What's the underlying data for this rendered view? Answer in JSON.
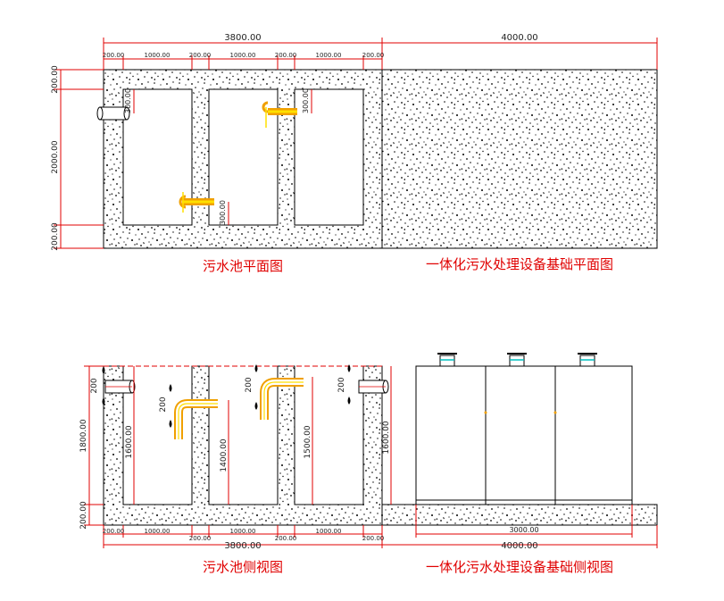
{
  "colors": {
    "dimension": "#e00000",
    "outline": "#000000",
    "pipe": "#f0a000",
    "pipe_inner": "#ffe000",
    "pipe_cap": "#00c0c0",
    "title": "#e00000"
  },
  "plan": {
    "title_pool": "污水池平面图",
    "title_equipment": "一体化污水处理设备基础平面图",
    "top_total": "3800.00",
    "top_total_right": "4000.00",
    "top_segments": [
      "200.00",
      "1000.00",
      "200.00",
      "1000.00",
      "200.00",
      "1000.00",
      "200.00"
    ],
    "left_dims": [
      "200.00",
      "2000.00",
      "200.00"
    ],
    "pipe_dims": [
      "300.00",
      "300.00",
      "300.00"
    ]
  },
  "side": {
    "title_pool": "污水池侧视图",
    "title_equipment": "一体化污水处理设备基础侧视图",
    "left_dims": [
      "1800.00",
      "200.00"
    ],
    "depth_dims": [
      "1600.00",
      "1400.00",
      "1500.00",
      "1600.00"
    ],
    "pipe_dims": [
      "200",
      "200",
      "200",
      "200"
    ],
    "bottom_segments": [
      "200.00",
      "1000.00",
      "200.00",
      "1000.00",
      "200.00",
      "1000.00",
      "200.00"
    ],
    "bottom_total": "3800.00",
    "bottom_total_right": "4000.00",
    "equipment_width": "3000.00"
  }
}
